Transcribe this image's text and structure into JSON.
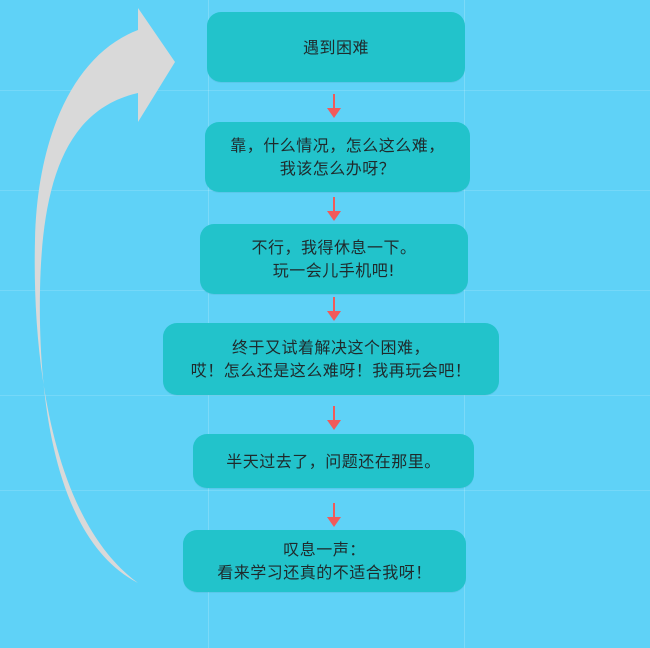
{
  "diagram": {
    "colors": {
      "background": "#5fd2f7",
      "box": "#22c3cb",
      "text": "#1f2a2c",
      "step_arrow": "#f15a5a",
      "loop_arrow": "#d9d9d9"
    },
    "boxes": [
      {
        "lines": [
          "遇到困难"
        ]
      },
      {
        "lines": [
          "靠，什么情况，怎么这么难，",
          "我该怎么办呀？"
        ]
      },
      {
        "lines": [
          "不行，我得休息一下。",
          "玩一会儿手机吧!"
        ]
      },
      {
        "lines": [
          "终于又试着解决这个困难，",
          "哎！怎么还是这么难呀！我再玩会吧！"
        ]
      },
      {
        "lines": [
          "半天过去了，问题还在那里。"
        ]
      },
      {
        "lines": [
          "叹息一声：",
          "看来学习还真的不适合我呀！"
        ]
      }
    ],
    "loop_icon": "curved-return-arrow-icon"
  }
}
